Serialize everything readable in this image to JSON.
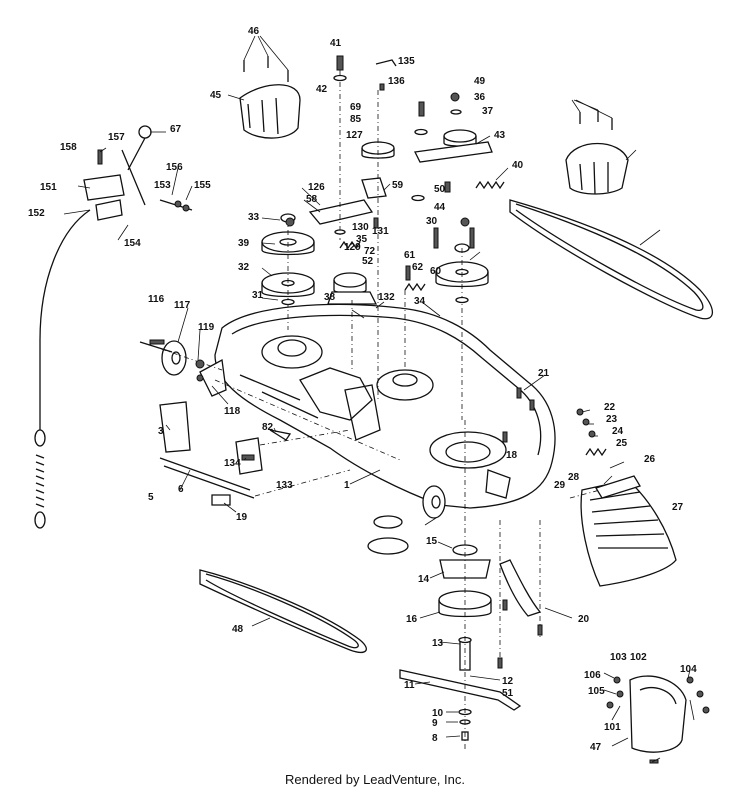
{
  "footer": {
    "text": "Rendered by LeadVenture, Inc."
  },
  "callouts": [
    "46",
    "45",
    "41",
    "42",
    "135",
    "136",
    "49",
    "36",
    "37",
    "69",
    "85",
    "127",
    "43",
    "40",
    "158",
    "157",
    "67",
    "156",
    "151",
    "153",
    "155",
    "152",
    "154",
    "50",
    "126",
    "58",
    "59",
    "44",
    "30",
    "33",
    "39",
    "129",
    "130",
    "131",
    "72",
    "52",
    "35",
    "61",
    "62",
    "60",
    "32",
    "31",
    "38",
    "34",
    "132",
    "116",
    "117",
    "119",
    "118",
    "21",
    "22",
    "23",
    "24",
    "25",
    "26",
    "3",
    "82",
    "134",
    "133",
    "6",
    "5",
    "19",
    "1",
    "18",
    "28",
    "29",
    "27",
    "15",
    "14",
    "16",
    "20",
    "48",
    "13",
    "11",
    "12",
    "51",
    "10",
    "9",
    "8",
    "106",
    "103",
    "102",
    "105",
    "104",
    "101",
    "47"
  ]
}
